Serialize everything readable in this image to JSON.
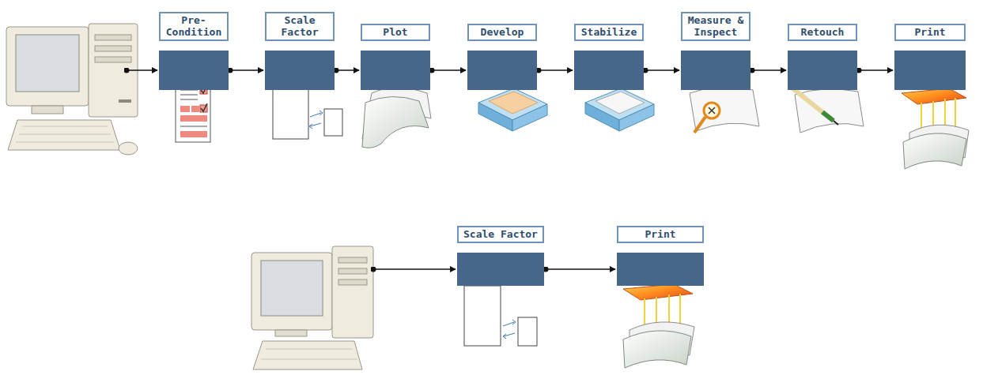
{
  "diagram": {
    "nodes": [
      {
        "text": [
          "Pre- Condition"
        ]
      },
      {
        "text": [
          "Scale Factor"
        ]
      },
      {
        "text": [
          "Plot"
        ]
      },
      {
        "text": [
          "Develop"
        ]
      },
      {
        "text": [
          "Stabilize"
        ]
      },
      {
        "text": [
          "Measure & Inspect"
        ]
      },
      {
        "text": [
          "Retouch"
        ]
      },
      {
        "text": [
          "Print"
        ]
      },
      {
        "text": [
          "Scale Factor"
        ]
      },
      {
        "text": [
          "Print"
        ]
      }
    ],
    "edges": [
      {
        "from": 0,
        "to": 1,
        "arrow": "to"
      },
      {
        "from": 1,
        "to": 2,
        "arrow": "to"
      },
      {
        "from": 2,
        "to": 3,
        "arrow": "to"
      },
      {
        "from": 3,
        "to": 4,
        "arrow": "to"
      },
      {
        "from": 4,
        "to": 5,
        "arrow": "to"
      },
      {
        "from": 5,
        "to": 6,
        "arrow": "to"
      },
      {
        "from": 6,
        "to": 7,
        "arrow": "to"
      },
      {
        "from": 8,
        "to": 9,
        "arrow": "to"
      }
    ]
  }
}
